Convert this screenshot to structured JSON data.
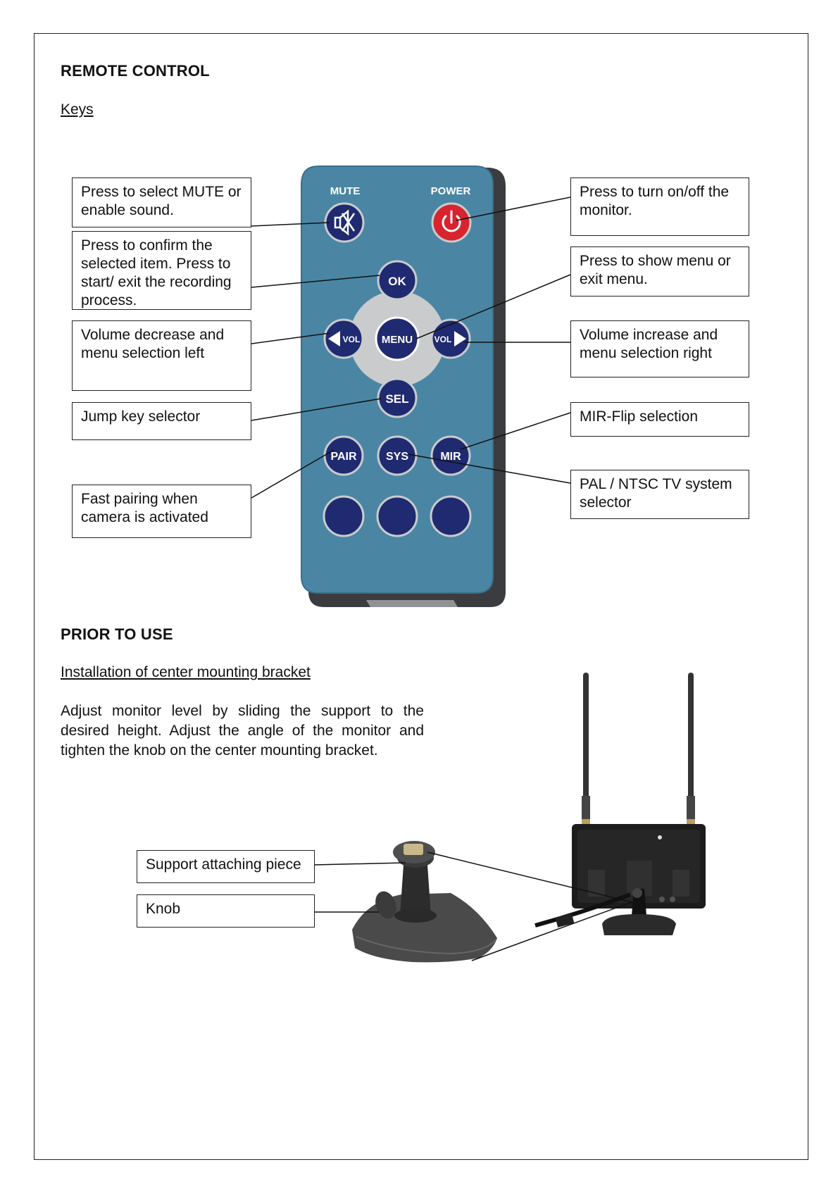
{
  "remote": {
    "heading": "REMOTE CONTROL",
    "subheading": "Keys",
    "button_labels": {
      "mute": "MUTE",
      "power": "POWER",
      "ok": "OK",
      "menu": "MENU",
      "vol_left": "VOL",
      "vol_right": "VOL",
      "sel": "SEL",
      "pair": "PAIR",
      "sys": "SYS",
      "mir": "MIR"
    },
    "callouts": {
      "mute": "Press to select MUTE or enable sound.",
      "ok": "Press to confirm the selected item. Press to start/ exit the recording process.",
      "vol_left": "Volume decrease and menu selection left",
      "sel": "Jump key selector",
      "pair": "Fast pairing when camera is activated",
      "power": "Press to turn on/off the monitor.",
      "menu": "Press to show menu or exit menu.",
      "vol_right": "Volume increase and menu selection right",
      "mir": "MIR-Flip selection",
      "sys": "PAL / NTSC TV system selector"
    },
    "colors": {
      "body": "#4a86a4",
      "button": "#1f2a70",
      "power": "#d8242f",
      "dpad": "#c9cbcd"
    }
  },
  "prior": {
    "heading": "PRIOR TO USE",
    "subheading": "Installation of center mounting bracket",
    "paragraph": "Adjust monitor level by sliding the support to the desired height. Adjust the angle of the monitor and tighten the knob on the center mounting bracket.",
    "callouts": {
      "support": "Support attaching piece",
      "knob": "Knob"
    }
  }
}
